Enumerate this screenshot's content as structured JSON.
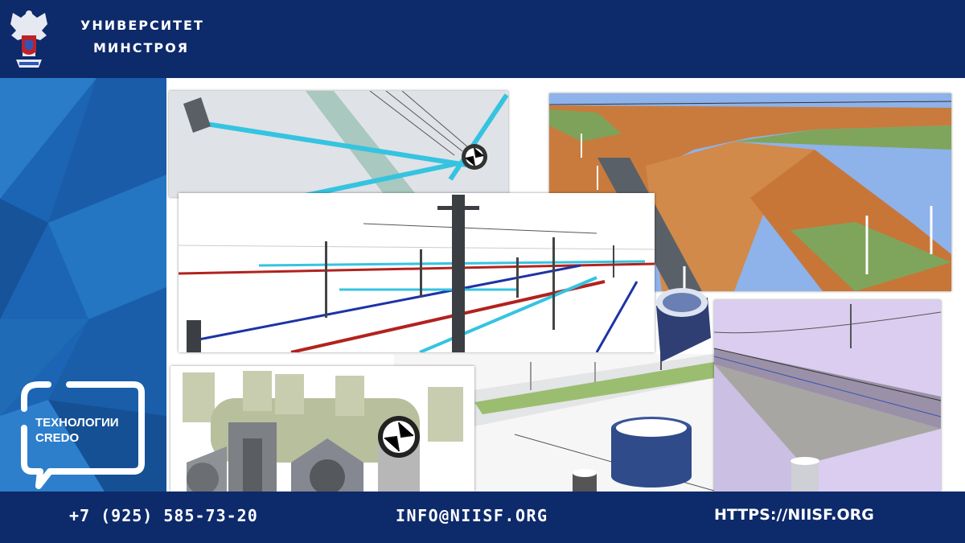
{
  "header": {
    "line1": "УНИВЕРСИТЕТ",
    "line2": "МИНСТРОЯ"
  },
  "badge": {
    "line1": "ТЕХНОЛОГИИ",
    "line2": "CREDO"
  },
  "footer": {
    "phone": "+7 (925) 585-73-20",
    "email": "INFO@NIISF.ORG",
    "website": "HTTPS://NIISF.ORG"
  },
  "colors": {
    "navy": "#0d2a6b",
    "blue_panel": "#1e6ab8",
    "cyan_pipe": "#2fc7e3",
    "red_pipe": "#b11b1b",
    "terrain_orange": "#cc7d3e",
    "water": "#8ab0ec",
    "lavender": "#d9cdef"
  }
}
